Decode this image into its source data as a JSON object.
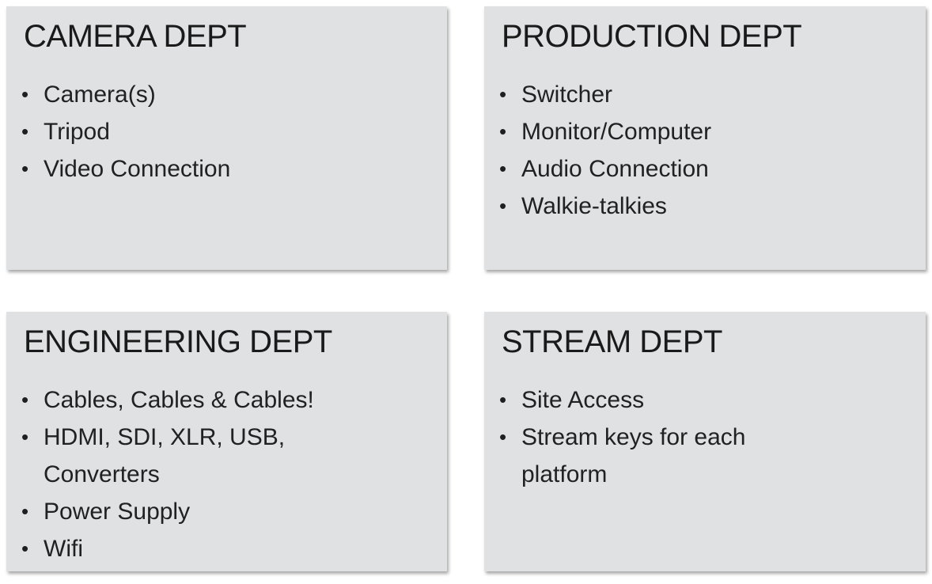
{
  "slide": {
    "background_color": "#ffffff",
    "card_background_color": "#e0e1e3",
    "text_color": "#1f1f1f",
    "bullet_glyph": "•"
  },
  "cards": [
    {
      "title": "CAMERA DEPT",
      "items": [
        "Camera(s)",
        "Tripod",
        "Video Connection"
      ]
    },
    {
      "title": "PRODUCTION DEPT",
      "items": [
        "Switcher",
        "Monitor/Computer",
        "Audio Connection",
        "Walkie-talkies"
      ]
    },
    {
      "title": "ENGINEERING DEPT",
      "items": [
        "Cables, Cables & Cables!",
        "HDMI, SDI, XLR, USB,\nConverters",
        "Power Supply",
        "Wifi"
      ]
    },
    {
      "title": "STREAM DEPT",
      "items": [
        "Site Access",
        "Stream keys for each\nplatform"
      ]
    }
  ]
}
